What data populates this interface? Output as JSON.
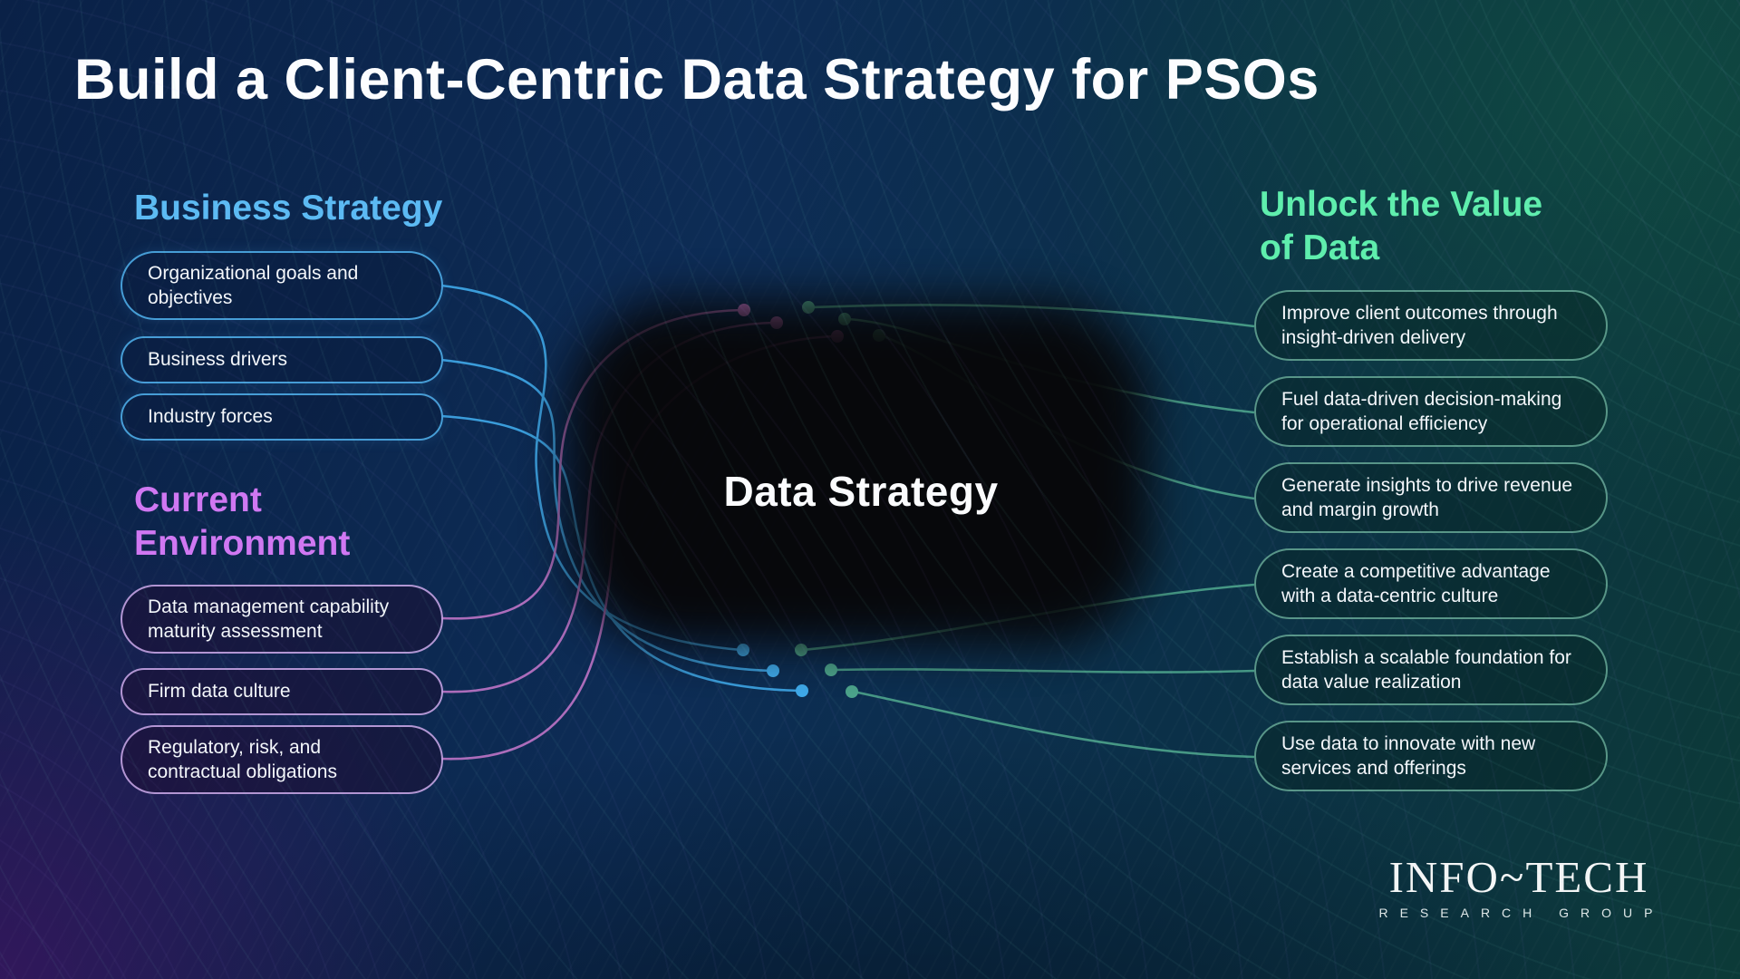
{
  "title": "Build a Client-Centric Data Strategy for PSOs",
  "center": {
    "label": "Data Strategy"
  },
  "sections": {
    "business_strategy": {
      "heading": "Business Strategy",
      "color": "#5cbaf3",
      "items": [
        "Organizational goals and objectives",
        "Business drivers",
        "Industry forces"
      ]
    },
    "current_environment": {
      "heading": "Current Environment",
      "color": "#d077f2",
      "items": [
        "Data management capability maturity assessment",
        "Firm data culture",
        "Regulatory, risk, and contractual obligations"
      ]
    },
    "unlock_value": {
      "heading": "Unlock the Value of Data",
      "color": "#5feead",
      "items": [
        "Improve client outcomes through insight-driven delivery",
        "Fuel data-driven decision-making for operational efficiency",
        "Generate insights to drive revenue and margin growth",
        "Create a competitive advantage with a data-centric culture",
        "Establish a scalable foundation for data value realization",
        "Use data to innovate with new services and offerings"
      ]
    }
  },
  "logo": {
    "name": "INFO~TECH",
    "subtitle": "RESEARCH GROUP"
  },
  "colors": {
    "connector_blue": "#3fa9e9",
    "connector_purple": "#be74c6",
    "connector_green": "#4ca38b",
    "background_navy": "#0d2c55",
    "background_teal": "#0c3a38",
    "background_purple": "#38155e"
  }
}
